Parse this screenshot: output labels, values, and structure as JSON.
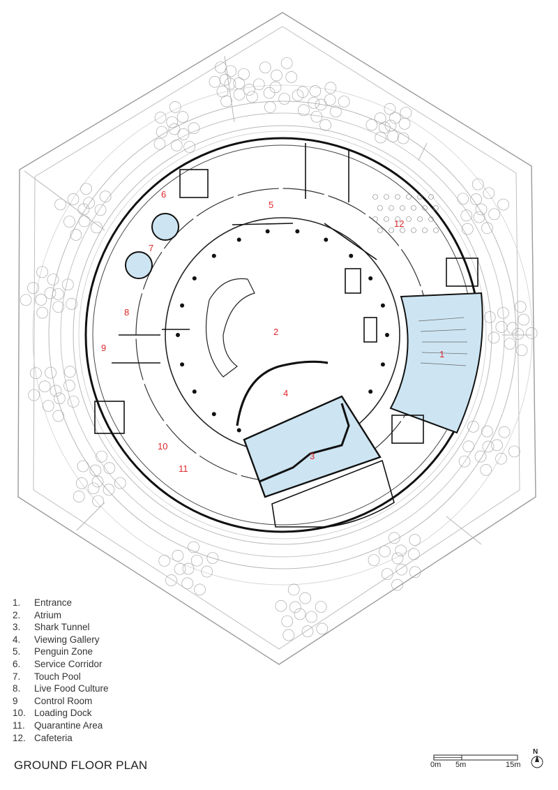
{
  "title": "GROUND FLOOR PLAN",
  "legend": [
    {
      "num": "1.",
      "label": "Entrance"
    },
    {
      "num": "2.",
      "label": "Atrium"
    },
    {
      "num": "3.",
      "label": "Shark Tunnel"
    },
    {
      "num": "4.",
      "label": "Viewing Gallery"
    },
    {
      "num": "5.",
      "label": "Penguin Zone"
    },
    {
      "num": "6.",
      "label": "Service Corridor"
    },
    {
      "num": "7.",
      "label": "Touch Pool"
    },
    {
      "num": "8.",
      "label": "Live Food Culture"
    },
    {
      "num": "9",
      "label": "Control Room"
    },
    {
      "num": "10.",
      "label": "Loading Dock"
    },
    {
      "num": "11.",
      "label": "Quarantine Area"
    },
    {
      "num": "12.",
      "label": "Cafeteria"
    }
  ],
  "room_numbers": [
    "1",
    "2",
    "3",
    "4",
    "5",
    "6",
    "7",
    "8",
    "9",
    "10",
    "11",
    "12"
  ],
  "scale_bar": {
    "labels": [
      "0m",
      "5m",
      "15m"
    ]
  },
  "north_arrow": {
    "label": "N"
  },
  "colors": {
    "water": "#cde5f2",
    "room_number": "#e0262a",
    "wall": "#111111",
    "landscape": "#9a9a9a"
  }
}
